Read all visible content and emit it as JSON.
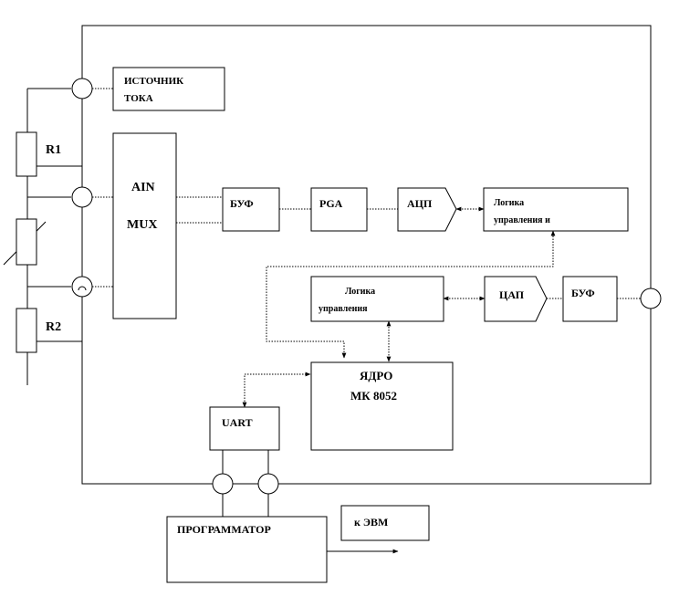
{
  "labels": {
    "current_source_line1": "ИСТОЧНИК",
    "current_source_line2": "ТОКА",
    "r1": "R1",
    "r2": "R2",
    "ain": "AIN",
    "mux": "MUX",
    "buf1": "БУФ",
    "pga": "PGA",
    "adc": "АЦП",
    "logic1_line1": "Логика",
    "logic1_line2": "управления и",
    "logic2_line1": "Логика",
    "logic2_line2": "управления",
    "dac": "ЦАП",
    "buf2": "БУФ",
    "core_line1": "ЯДРО",
    "core_line2": "МК 8052",
    "uart": "UART",
    "programmer": "ПРОГРАММАТОР",
    "to_pc": "к ЭВМ"
  }
}
